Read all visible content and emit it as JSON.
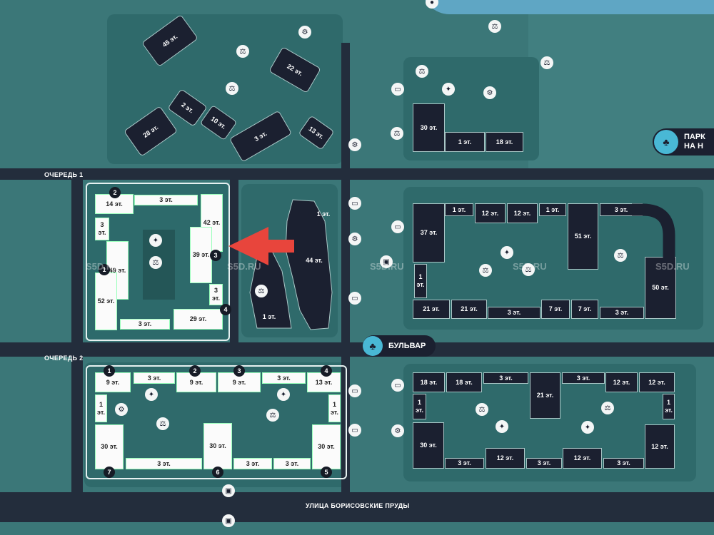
{
  "labels": {
    "queue1": "ОЧЕРЕДЬ 1",
    "queue2": "ОЧЕРЕДЬ 2",
    "boulevard": "БУЛЬВАР",
    "park_line1": "ПАРК",
    "park_line2": "НА Н",
    "street": "УЛИЦА БОРИСОВСКИЕ ПРУДЫ",
    "watermark": "S5D.RU"
  },
  "colors": {
    "accent_arrow": "#e8453c",
    "park_badge": "#49b8d5",
    "building_dark": "#1b2030",
    "road": "#232d3c"
  },
  "buildings": {
    "north_cluster": [
      "45 эт.",
      "22 эт.",
      "28 эт.",
      "2 эт.",
      "10 эт.",
      "3 эт.",
      "13 эт."
    ],
    "northeast": [
      "30 эт.",
      "1 эт.",
      "18 эт."
    ],
    "queue1_block": [
      "14 эт.",
      "3 эт.",
      "42 эт.",
      "3 эт.",
      "49 эт.",
      "52 эт.",
      "39 эт.",
      "3 эт.",
      "3 эт.",
      "29 эт."
    ],
    "queue1_sections": [
      "2",
      "1",
      "3",
      "4"
    ],
    "central": [
      "44 эт.",
      "1 эт.",
      "1 эт."
    ],
    "east_block": [
      "37 эт.",
      "1 эт.",
      "12 эт.",
      "12 эт.",
      "1 эт.",
      "51 эт.",
      "3 эт.",
      "1 эт.",
      "21 эт.",
      "21 эт.",
      "3 эт.",
      "7 эт.",
      "7 эт.",
      "3 эт.",
      "50 эт."
    ],
    "queue2_block": [
      "9 эт.",
      "3 эт.",
      "9 эт.",
      "9 эт.",
      "3 эт.",
      "13 эт.",
      "1 эт.",
      "1 эт.",
      "30 эт.",
      "3 эт.",
      "30 эт.",
      "3 эт.",
      "3 эт.",
      "30 эт."
    ],
    "queue2_sections": [
      "1",
      "2",
      "3",
      "4",
      "7",
      "6",
      "5"
    ],
    "southeast_block": [
      "18 эт.",
      "18 эт.",
      "3 эт.",
      "21 эт.",
      "3 эт.",
      "12 эт.",
      "12 эт.",
      "1 эт.",
      "1 эт.",
      "30 эт.",
      "3 эт.",
      "12 эт.",
      "3 эт.",
      "12 эт.",
      "3 эт.",
      "12 эт."
    ]
  }
}
